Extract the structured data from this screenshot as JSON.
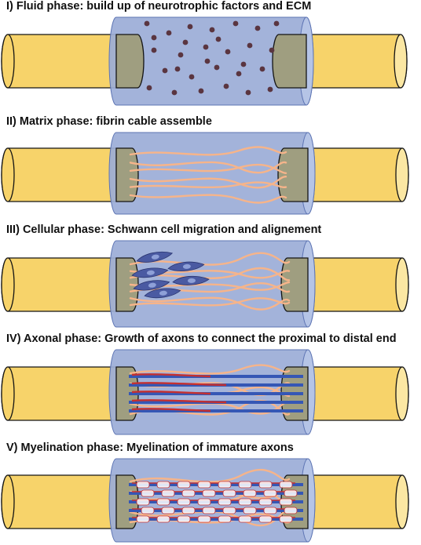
{
  "colors": {
    "nerve_fill": "#f7d36a",
    "nerve_stroke": "#141414",
    "nerve_cap": "#fbe7a3",
    "conduit_fill": "#9badd7",
    "conduit_end": "#b5c4e6",
    "conduit_stroke": "#5d74b3",
    "overlap": "#9f9e80",
    "particle": "#5a3540",
    "fibrin": "#f6b48a",
    "schwann": "#4a5aa2",
    "axon": "#3557b5",
    "axon_red": "#c53030",
    "myelin": "#ffffff"
  },
  "panels": [
    {
      "id": "fluid",
      "title": "I) Fluid phase: build up of neurotrophic factors and ECM",
      "icon": "particles"
    },
    {
      "id": "matrix",
      "title": "II) Matrix phase: fibrin cable assemble",
      "icon": "fibrin-cables"
    },
    {
      "id": "cellular",
      "title": "III) Cellular phase: Schwann cell migration and alignement",
      "icon": "schwann-cells"
    },
    {
      "id": "axonal",
      "title": "IV) Axonal phase: Growth of axons to connect the proximal to distal end",
      "icon": "axons"
    },
    {
      "id": "myelination",
      "title": "V) Myelination phase: Myelination of immature axons",
      "icon": "myelinated-axons"
    }
  ]
}
